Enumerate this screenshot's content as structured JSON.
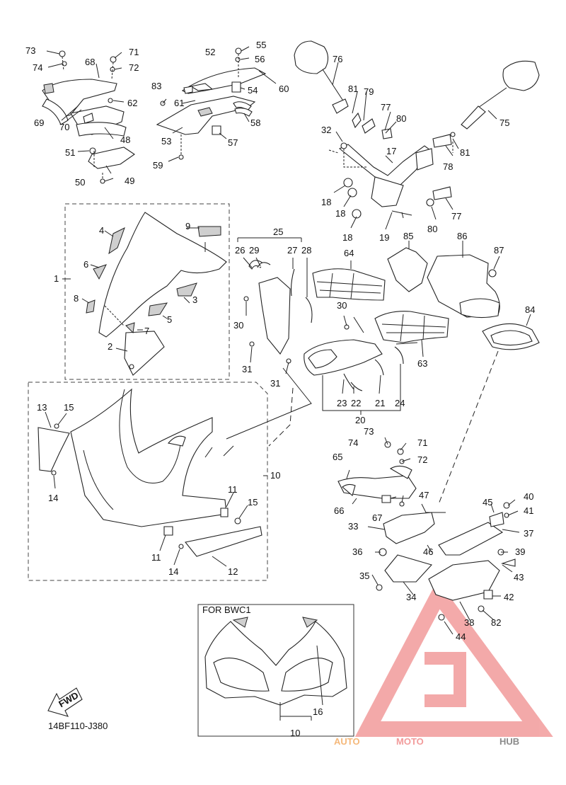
{
  "diagram": {
    "code": "14BF110-J380",
    "fwd_label": "FWD",
    "bwc_caption": "FOR BWC1",
    "watermark": {
      "part1": "AUTO",
      "part2": "MOTO",
      "part3": "HUB",
      "colors": {
        "auto": "#f5b87a",
        "moto": "#f29b9b",
        "hub": "#8a8a8a",
        "logo": "#f08a8a"
      }
    }
  },
  "callouts": [
    {
      "id": "c73",
      "text": "73"
    },
    {
      "id": "c71a",
      "text": "71"
    },
    {
      "id": "c74",
      "text": "74"
    },
    {
      "id": "c68",
      "text": "68"
    },
    {
      "id": "c72a",
      "text": "72"
    },
    {
      "id": "c62",
      "text": "62"
    },
    {
      "id": "c69",
      "text": "69"
    },
    {
      "id": "c70",
      "text": "70"
    },
    {
      "id": "c48",
      "text": "48"
    },
    {
      "id": "c51",
      "text": "51"
    },
    {
      "id": "c49",
      "text": "49"
    },
    {
      "id": "c50",
      "text": "50"
    },
    {
      "id": "c55",
      "text": "55"
    },
    {
      "id": "c56",
      "text": "56"
    },
    {
      "id": "c52",
      "text": "52"
    },
    {
      "id": "c60",
      "text": "60"
    },
    {
      "id": "c83",
      "text": "83"
    },
    {
      "id": "c54",
      "text": "54"
    },
    {
      "id": "c61",
      "text": "61"
    },
    {
      "id": "c58",
      "text": "58"
    },
    {
      "id": "c53",
      "text": "53"
    },
    {
      "id": "c57",
      "text": "57"
    },
    {
      "id": "c59",
      "text": "59"
    },
    {
      "id": "c76",
      "text": "76"
    },
    {
      "id": "c81a",
      "text": "81"
    },
    {
      "id": "c79",
      "text": "79"
    },
    {
      "id": "c77a",
      "text": "77"
    },
    {
      "id": "c80a",
      "text": "80"
    },
    {
      "id": "c75",
      "text": "75"
    },
    {
      "id": "c32",
      "text": "32"
    },
    {
      "id": "c17",
      "text": "17"
    },
    {
      "id": "c81b",
      "text": "81"
    },
    {
      "id": "c78",
      "text": "78"
    },
    {
      "id": "c18a",
      "text": "18"
    },
    {
      "id": "c18b",
      "text": "18"
    },
    {
      "id": "c18c",
      "text": "18"
    },
    {
      "id": "c19",
      "text": "19"
    },
    {
      "id": "c77b",
      "text": "77"
    },
    {
      "id": "c80b",
      "text": "80"
    },
    {
      "id": "c9",
      "text": "9"
    },
    {
      "id": "c4",
      "text": "4"
    },
    {
      "id": "c6",
      "text": "6"
    },
    {
      "id": "c1",
      "text": "1"
    },
    {
      "id": "c3",
      "text": "3"
    },
    {
      "id": "c8",
      "text": "8"
    },
    {
      "id": "c5",
      "text": "5"
    },
    {
      "id": "c7",
      "text": "7"
    },
    {
      "id": "c2",
      "text": "2"
    },
    {
      "id": "c25",
      "text": "25"
    },
    {
      "id": "c26",
      "text": "26"
    },
    {
      "id": "c29",
      "text": "29"
    },
    {
      "id": "c27",
      "text": "27"
    },
    {
      "id": "c28",
      "text": "28"
    },
    {
      "id": "c30a",
      "text": "30"
    },
    {
      "id": "c31a",
      "text": "31"
    },
    {
      "id": "c85",
      "text": "85"
    },
    {
      "id": "c86",
      "text": "86"
    },
    {
      "id": "c64",
      "text": "64"
    },
    {
      "id": "c87",
      "text": "87"
    },
    {
      "id": "c84",
      "text": "84"
    },
    {
      "id": "c30b",
      "text": "30"
    },
    {
      "id": "c63",
      "text": "63"
    },
    {
      "id": "c31b",
      "text": "31"
    },
    {
      "id": "c23",
      "text": "23"
    },
    {
      "id": "c22",
      "text": "22"
    },
    {
      "id": "c21",
      "text": "21"
    },
    {
      "id": "c24",
      "text": "24"
    },
    {
      "id": "c20",
      "text": "20"
    },
    {
      "id": "c13",
      "text": "13"
    },
    {
      "id": "c15a",
      "text": "15"
    },
    {
      "id": "c10a",
      "text": "10"
    },
    {
      "id": "c14a",
      "text": "14"
    },
    {
      "id": "c11a",
      "text": "11"
    },
    {
      "id": "c15b",
      "text": "15"
    },
    {
      "id": "c11b",
      "text": "11"
    },
    {
      "id": "c14b",
      "text": "14"
    },
    {
      "id": "c12",
      "text": "12"
    },
    {
      "id": "c73b",
      "text": "73"
    },
    {
      "id": "c71b",
      "text": "71"
    },
    {
      "id": "c74b",
      "text": "74"
    },
    {
      "id": "c72b",
      "text": "72"
    },
    {
      "id": "c65",
      "text": "65"
    },
    {
      "id": "c47",
      "text": "47"
    },
    {
      "id": "c67",
      "text": "67"
    },
    {
      "id": "c66",
      "text": "66"
    },
    {
      "id": "c40",
      "text": "40"
    },
    {
      "id": "c45",
      "text": "45"
    },
    {
      "id": "c41",
      "text": "41"
    },
    {
      "id": "c33",
      "text": "33"
    },
    {
      "id": "c37",
      "text": "37"
    },
    {
      "id": "c36",
      "text": "36"
    },
    {
      "id": "c46",
      "text": "46"
    },
    {
      "id": "c39",
      "text": "39"
    },
    {
      "id": "c43",
      "text": "43"
    },
    {
      "id": "c35",
      "text": "35"
    },
    {
      "id": "c34",
      "text": "34"
    },
    {
      "id": "c42",
      "text": "42"
    },
    {
      "id": "c38",
      "text": "38"
    },
    {
      "id": "c82",
      "text": "82"
    },
    {
      "id": "c44",
      "text": "44"
    },
    {
      "id": "c16",
      "text": "16"
    },
    {
      "id": "c10b",
      "text": "10"
    }
  ]
}
